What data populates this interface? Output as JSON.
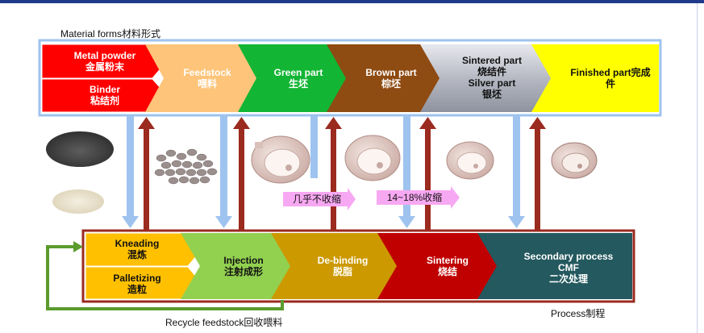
{
  "material_forms_title": "Material forms材料形式",
  "process_title": "Process制程",
  "recycle_label": "Recycle feedstock回收喂料",
  "materials": {
    "metal_powder": {
      "en": "Metal powder",
      "zh": "金属粉末"
    },
    "binder": {
      "en": "Binder",
      "zh": "粘结剂"
    },
    "feedstock": {
      "en": "Feedstock",
      "zh": "喂料"
    },
    "green_part": {
      "en": "Green part",
      "zh": "生坯"
    },
    "brown_part": {
      "en": "Brown part",
      "zh": "棕坯"
    },
    "sintered_part": {
      "en": "Sintered part",
      "zh": "烧结件",
      "en2": "Silver part",
      "zh2": "银坯"
    },
    "finished_part": {
      "en": "Finished part完成",
      "zh": "件"
    }
  },
  "processes": {
    "kneading": {
      "en": "Kneading",
      "zh": "混炼"
    },
    "palletizing": {
      "en": "Palletizing",
      "zh": "造粒"
    },
    "injection": {
      "en": "Injection",
      "zh": "注射成形"
    },
    "debinding": {
      "en": "De-binding",
      "zh": "脱脂"
    },
    "sintering": {
      "en": "Sintering",
      "zh": "烧结"
    },
    "secondary": {
      "en": "Secondary process",
      "en2": "CMF",
      "zh": "二次处理"
    }
  },
  "callouts": {
    "no_shrink": "几乎不收缩",
    "shrink": "14~18%收缩"
  },
  "colors": {
    "red": "#ff0000",
    "orange_light": "#fdc47a",
    "green": "#12b534",
    "brown": "#8e4b12",
    "silver": "#b9bcc6",
    "yellow": "#ffff00",
    "process_orange": "#ffc000",
    "process_lime": "#92d050",
    "process_gold": "#cc9900",
    "process_red": "#c00000",
    "process_teal": "#24595f",
    "arrow_blue": "#9ec3ef",
    "arrow_dark_red": "#9b2a1f",
    "recycle_green": "#5b9b2d",
    "callout_pink": "#f7a8f2"
  }
}
